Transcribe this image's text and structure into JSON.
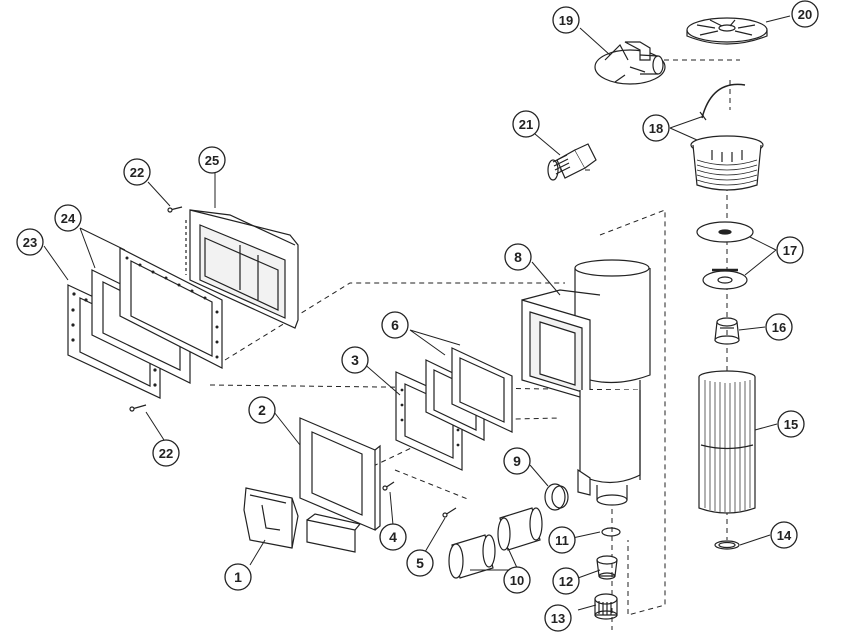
{
  "diagram": {
    "callouts": [
      {
        "id": "c1",
        "label": "1"
      },
      {
        "id": "c2",
        "label": "2"
      },
      {
        "id": "c3",
        "label": "3"
      },
      {
        "id": "c4",
        "label": "4"
      },
      {
        "id": "c5",
        "label": "5"
      },
      {
        "id": "c6",
        "label": "6"
      },
      {
        "id": "c8",
        "label": "8"
      },
      {
        "id": "c9",
        "label": "9"
      },
      {
        "id": "c10",
        "label": "10"
      },
      {
        "id": "c11",
        "label": "11"
      },
      {
        "id": "c12",
        "label": "12"
      },
      {
        "id": "c13",
        "label": "13"
      },
      {
        "id": "c14",
        "label": "14"
      },
      {
        "id": "c15",
        "label": "15"
      },
      {
        "id": "c16",
        "label": "16"
      },
      {
        "id": "c17",
        "label": "17"
      },
      {
        "id": "c18",
        "label": "18"
      },
      {
        "id": "c19",
        "label": "19"
      },
      {
        "id": "c20",
        "label": "20"
      },
      {
        "id": "c21",
        "label": "21"
      },
      {
        "id": "c22a",
        "label": "22"
      },
      {
        "id": "c22b",
        "label": "22"
      },
      {
        "id": "c23",
        "label": "23"
      },
      {
        "id": "c24",
        "label": "24"
      },
      {
        "id": "c25",
        "label": "25"
      }
    ],
    "colors": {
      "line": "#222222",
      "fill": "#ffffff",
      "shade": "#d9d9d9",
      "dark": "#555555"
    }
  }
}
